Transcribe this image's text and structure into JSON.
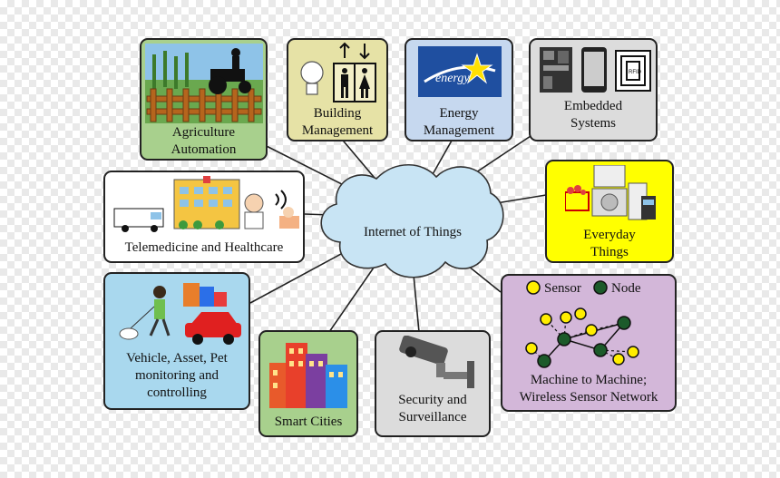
{
  "center": {
    "label": "Internet of Things"
  },
  "nodes": {
    "agriculture": {
      "label": "Agriculture\nAutomation",
      "color": "#a8d08d"
    },
    "building": {
      "label": "Building\nManagement",
      "color": "#e6e2a6"
    },
    "energy": {
      "label": "Energy\nManagement",
      "color": "#c6d8ef"
    },
    "embedded": {
      "label": "Embedded\nSystems",
      "color": "#dcdcdc"
    },
    "telemedicine": {
      "label": "Telemedicine and Healthcare",
      "color": "#ffffff"
    },
    "everyday": {
      "label": "Everyday\nThings",
      "color": "#ffff00"
    },
    "vehicle": {
      "label": "Vehicle, Asset, Pet\nmonitoring and\ncontrolling",
      "color": "#a9d8ee"
    },
    "smart_cities": {
      "label": "Smart Cities",
      "color": "#a8d08d"
    },
    "security": {
      "label": "Security and\nSurveillance",
      "color": "#dcdcdc"
    },
    "m2m": {
      "label": "Machine to Machine;\nWireless Sensor Network",
      "color": "#d3b7d9",
      "legend_sensor": "Sensor",
      "legend_node": "Node"
    }
  },
  "logos": {
    "energy_star": "energy",
    "rfid": "RFID"
  }
}
